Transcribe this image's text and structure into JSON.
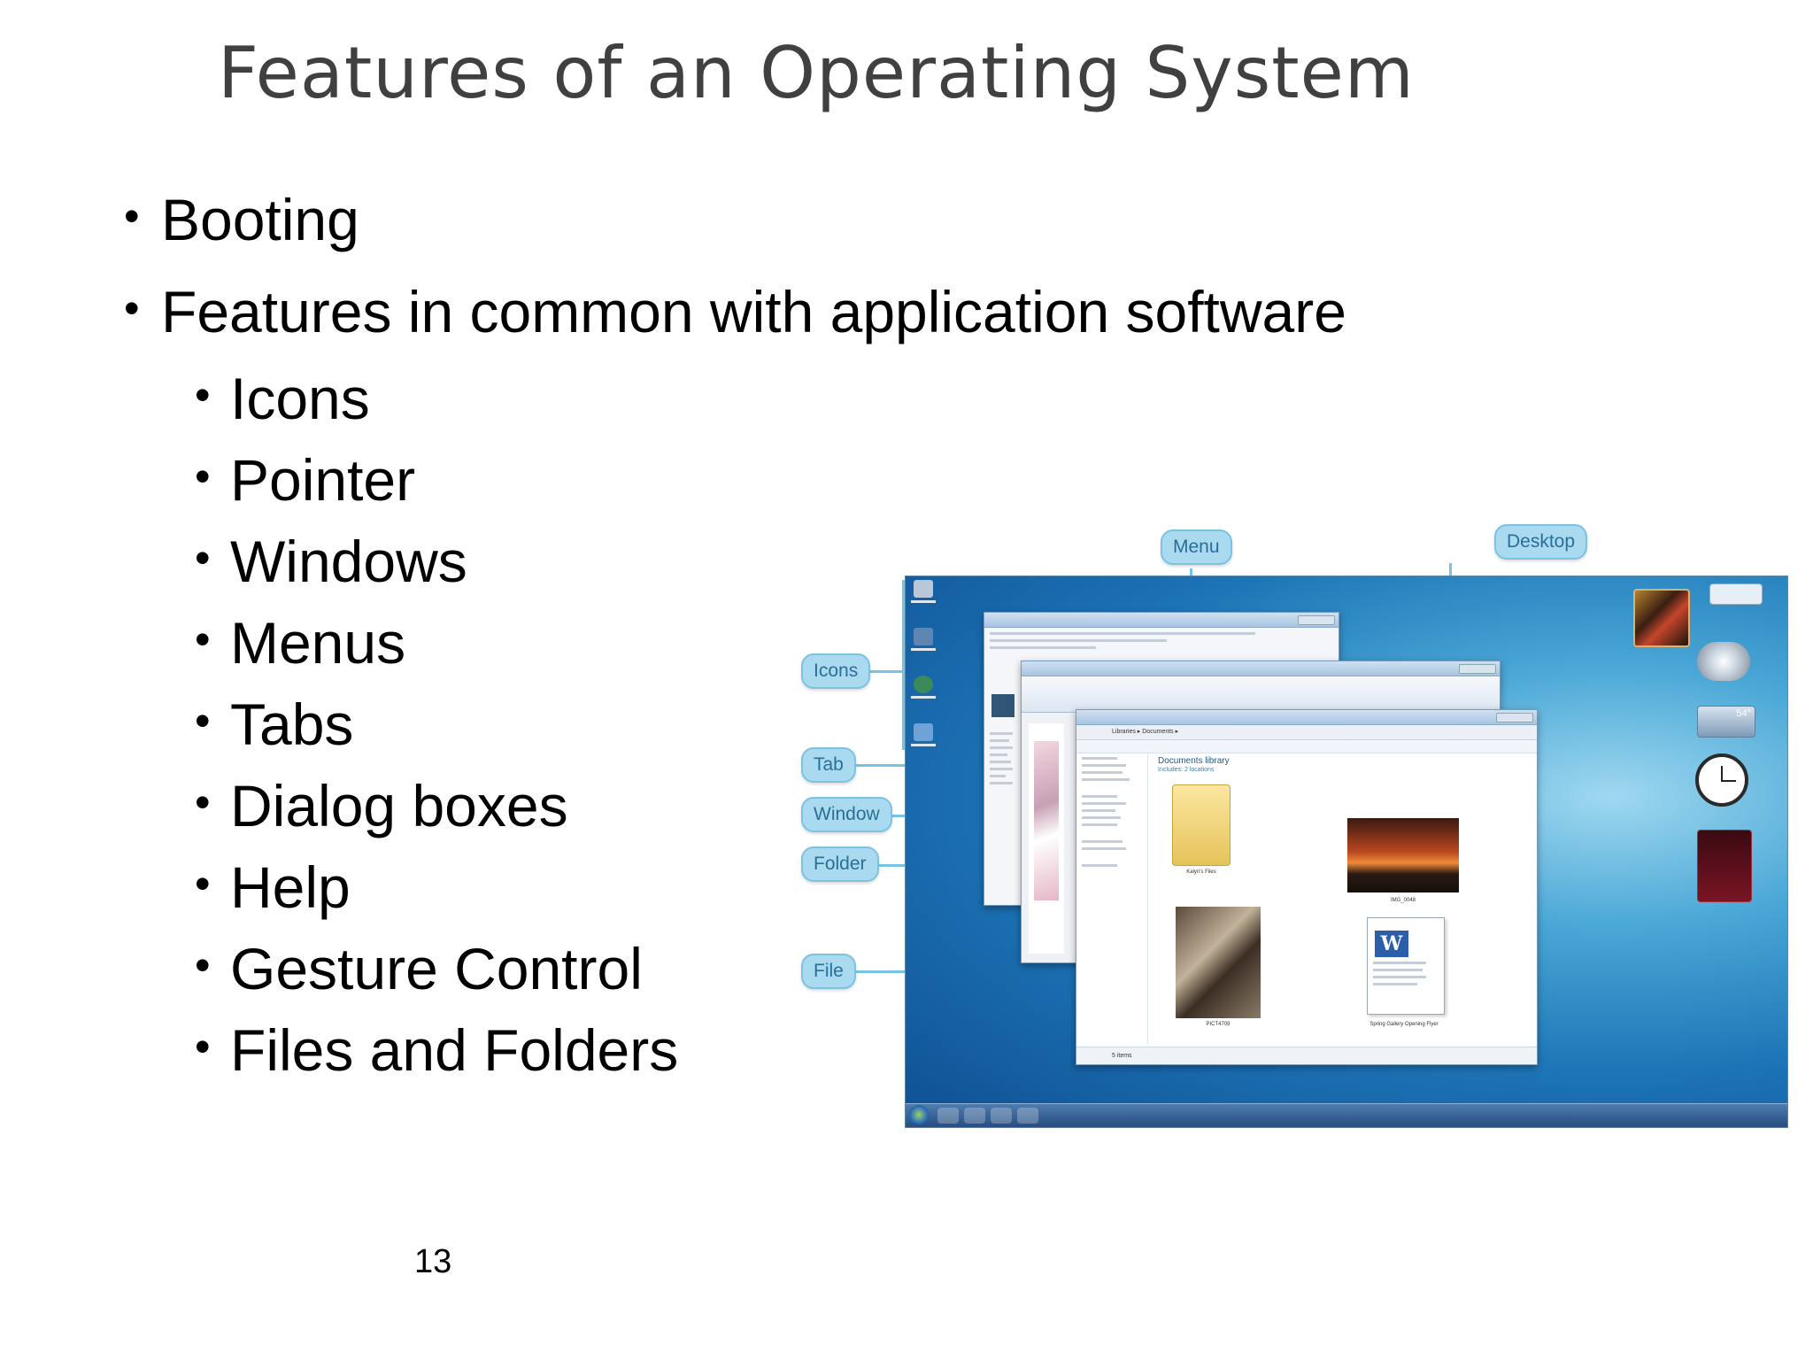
{
  "slide": {
    "title": "Features of an Operating System",
    "bullets": [
      "Booting",
      "Features in common with application software"
    ],
    "sub_bullets": [
      "Icons",
      "Pointer",
      "Windows",
      "Menus",
      "Tabs",
      "Dialog boxes",
      "Help",
      "Gesture Control",
      "Files and Folders"
    ],
    "page_number": "13"
  },
  "figure": {
    "callouts": {
      "menu": "Menu",
      "desktop": "Desktop",
      "icons": "Icons",
      "tab": "Tab",
      "window": "Window",
      "folder": "Folder",
      "file": "File"
    },
    "explorer": {
      "breadcrumb": "Libraries ▸ Documents ▸",
      "library_title": "Documents library",
      "library_sub": "Includes: 2 locations",
      "status": "5 items",
      "files": [
        "Kalyn's Files",
        "IMG_0048",
        "PICT4709",
        "Spring Gallery Opening Flyer"
      ]
    },
    "weather": "54°"
  }
}
